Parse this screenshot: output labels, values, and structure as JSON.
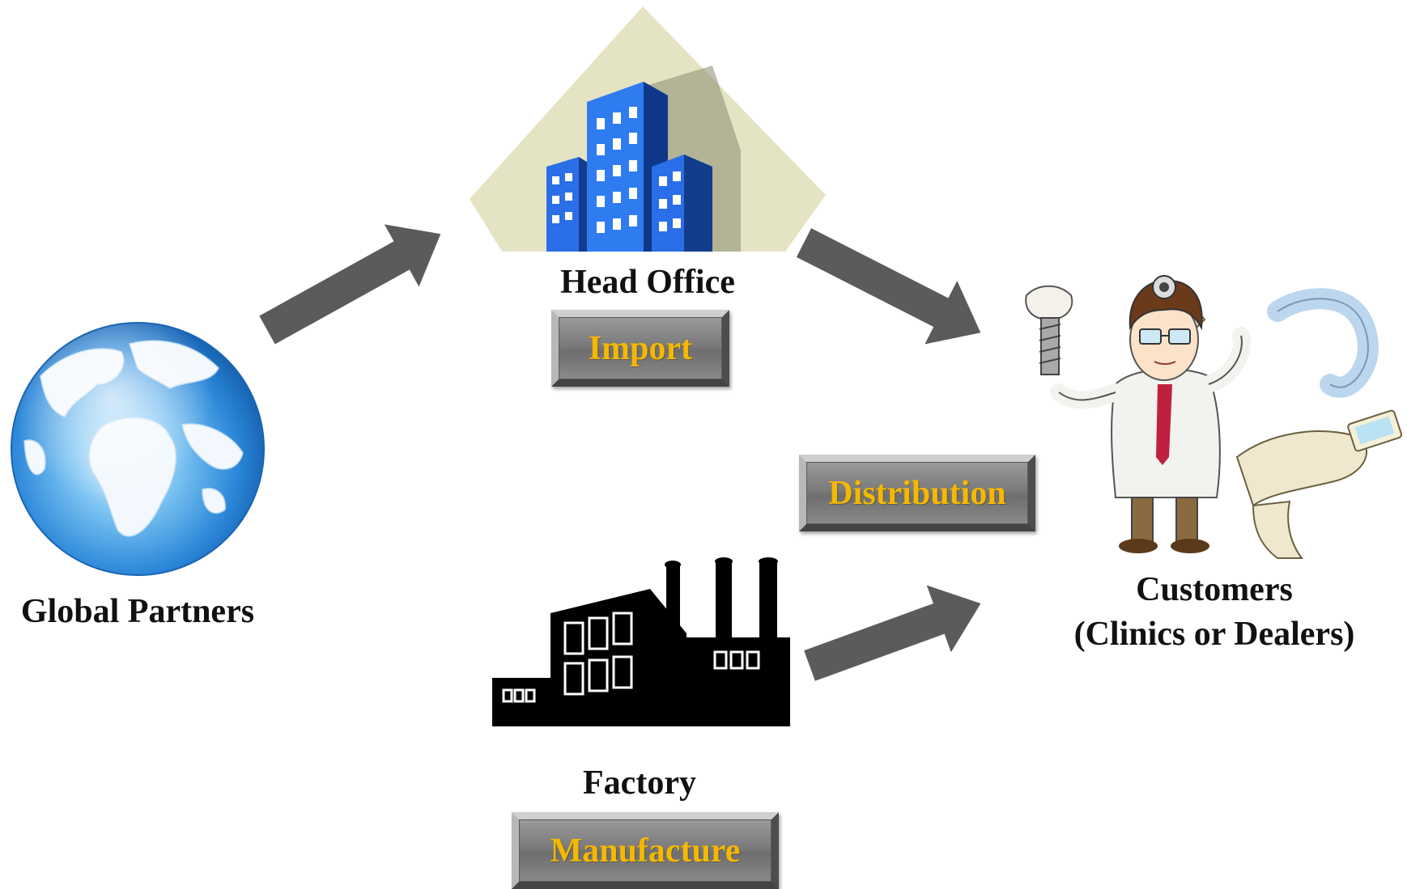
{
  "nodes": {
    "global_partners": {
      "label": "Global Partners",
      "icon": "globe-icon"
    },
    "head_office": {
      "label": "Head Office",
      "icon": "office-building-icon",
      "role": "Import"
    },
    "factory": {
      "label": "Factory",
      "icon": "factory-icon",
      "role": "Manufacture"
    },
    "customers": {
      "label_line1": "Customers",
      "label_line2": "(Clinics or Dealers)",
      "icon": "dentist-illustration-icon"
    },
    "distribution": {
      "role": "Distribution"
    }
  },
  "colors": {
    "arrow": "#5b5b5b",
    "role_text": "#f5b800",
    "role_box": "#7b7b7b",
    "building": "#2a6ee8",
    "diamond": "#e4e4c4",
    "globe": "#2a86d8"
  }
}
